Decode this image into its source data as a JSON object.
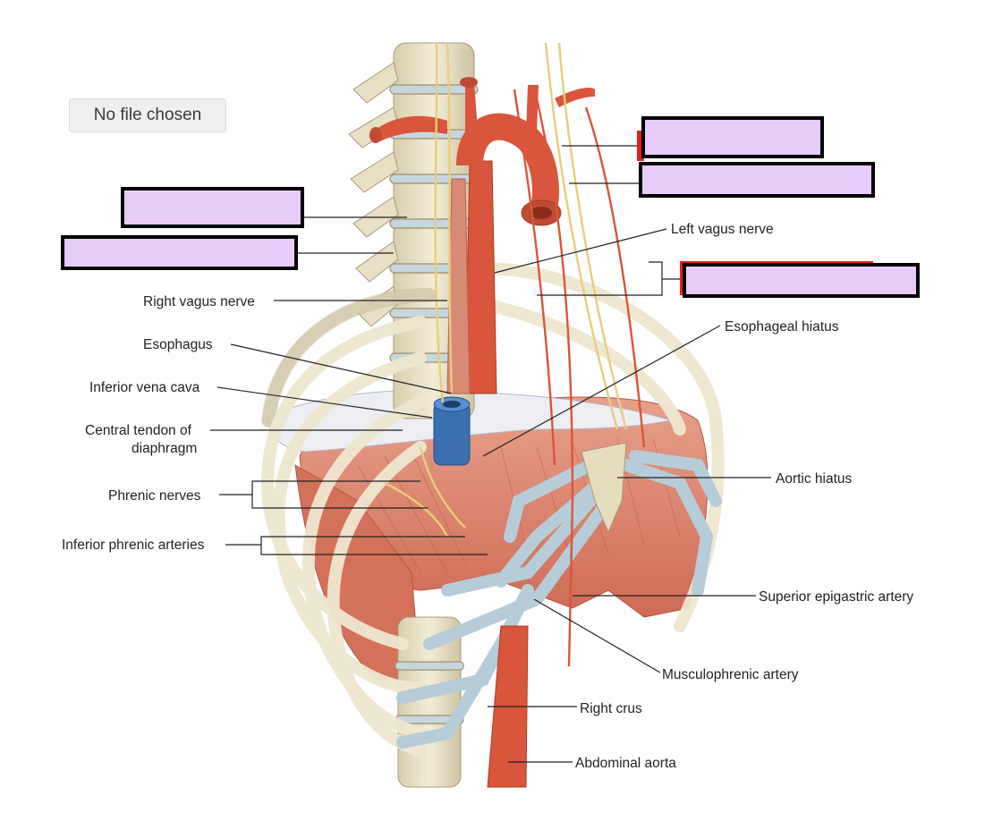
{
  "file_input": {
    "label": "No file chosen"
  },
  "labels": {
    "left_vagus": "Left vagus nerve",
    "right_vagus": "Right vagus nerve",
    "esophagus": "Esophagus",
    "ivc": "Inferior vena cava",
    "central_tendon_line1": "Central tendon of",
    "central_tendon_line2": "diaphragm",
    "phrenic": "Phrenic nerves",
    "inf_phrenic": "Inferior phrenic arteries",
    "esophageal_hiatus": "Esophageal hiatus",
    "aortic_hiatus": "Aortic hiatus",
    "superior_epigastric": "Superior epigastric artery",
    "musculophrenic": "Musculophrenic artery",
    "right_crus": "Right crus",
    "abdominal_aorta": "Abdominal aorta"
  },
  "answer_boxes": [
    {
      "id": "box-top-right-1",
      "value": ""
    },
    {
      "id": "box-top-right-2",
      "value": ""
    },
    {
      "id": "box-left-1",
      "value": ""
    },
    {
      "id": "box-left-2",
      "value": ""
    },
    {
      "id": "box-right-3",
      "value": ""
    }
  ],
  "colors": {
    "answer_box_fill": "#e7ccfb",
    "answer_box_border": "#000000",
    "artery": "#d9553b",
    "muscle": "#d98068",
    "bone": "#eee6cc",
    "cartilage": "#b6ccd9",
    "vein": "#3a6fb0",
    "nerve": "#e9cd7e"
  }
}
